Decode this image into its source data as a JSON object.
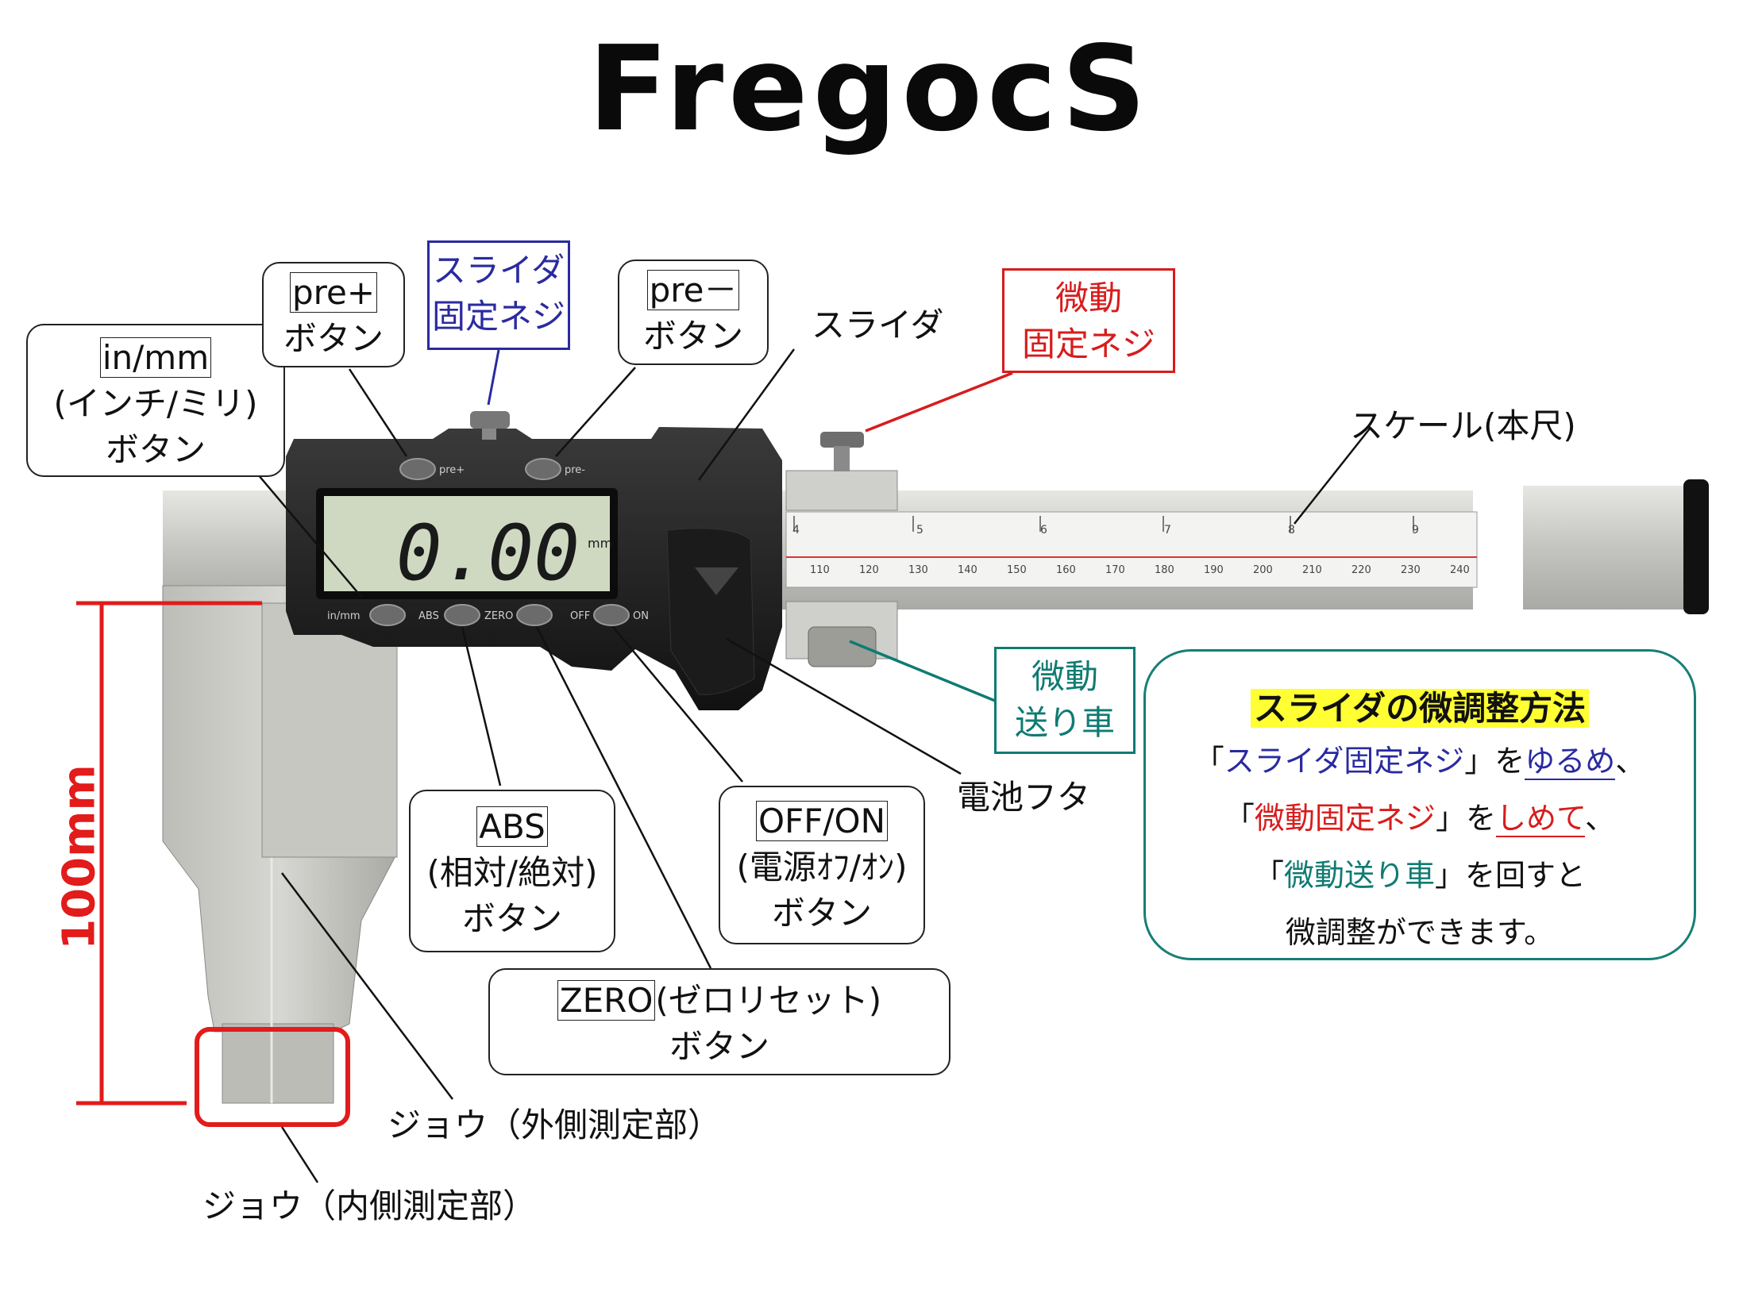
{
  "brand": "FregocS",
  "labels": {
    "in_mm_key": "in/mm",
    "in_mm_desc": "(インチ/ミリ)",
    "in_mm_btn": "ボタン",
    "pre_plus_key": "pre+",
    "pre_plus_btn": "ボタン",
    "lock_screw_l1": "スライダ",
    "lock_screw_l2": "固定ネジ",
    "pre_minus_key": "pre－",
    "pre_minus_btn": "ボタン",
    "slider": "スライダ",
    "fine_lock_l1": "微動",
    "fine_lock_l2": "固定ネジ",
    "scale": "スケール(本尺)",
    "fine_wheel_l1": "微動",
    "fine_wheel_l2": "送り車",
    "battery": "電池フタ",
    "abs_key": "ABS",
    "abs_desc": "(相対/絶対)",
    "abs_btn": "ボタン",
    "offon_key": "OFF/ON",
    "offon_desc": "(電源ｵﾌ/ｵﾝ)",
    "offon_btn": "ボタン",
    "zero_key": "ZERO",
    "zero_desc": "(ゼロリセット)",
    "zero_btn": "ボタン",
    "jaw_outer": "ジョウ（外側測定部）",
    "jaw_inner": "ジョウ（内側測定部）",
    "dimension": "100mm"
  },
  "device": {
    "display": "0.00",
    "unit": "mm",
    "btn_pre_plus": "pre+",
    "btn_pre_minus": "pre-",
    "btn_inmm": "in/mm",
    "btn_abs": "ABS",
    "btn_zero": "ZERO",
    "btn_off": "OFF",
    "btn_on": "ON",
    "scale_top": [
      "4",
      "5",
      "6",
      "7",
      "8",
      "9"
    ],
    "scale_mm": [
      "110",
      "120",
      "130",
      "140",
      "150",
      "160",
      "170",
      "180",
      "190",
      "200",
      "210",
      "220",
      "230",
      "240"
    ]
  },
  "method": {
    "title": "スライダの微調整方法",
    "l1_open": "「",
    "l1_a": "スライダ固定ネジ",
    "l1_b": "」を",
    "l1_c": "ゆるめ",
    "l1_d": "、",
    "l2_open": "「",
    "l2_a": "微動固定ネジ",
    "l2_b": "」を",
    "l2_c": "しめて",
    "l2_d": "、",
    "l3_open": "「",
    "l3_a": "微動送り車",
    "l3_b": "」を回すと",
    "l4": "微調整ができます。"
  },
  "colors": {
    "blue": "#2a2aa0",
    "red": "#d81c1c",
    "teal": "#0f7b72",
    "highlight": "#ffff33",
    "caliper_steel": "#c9c9c5",
    "lcd": "#cfd9c2"
  }
}
